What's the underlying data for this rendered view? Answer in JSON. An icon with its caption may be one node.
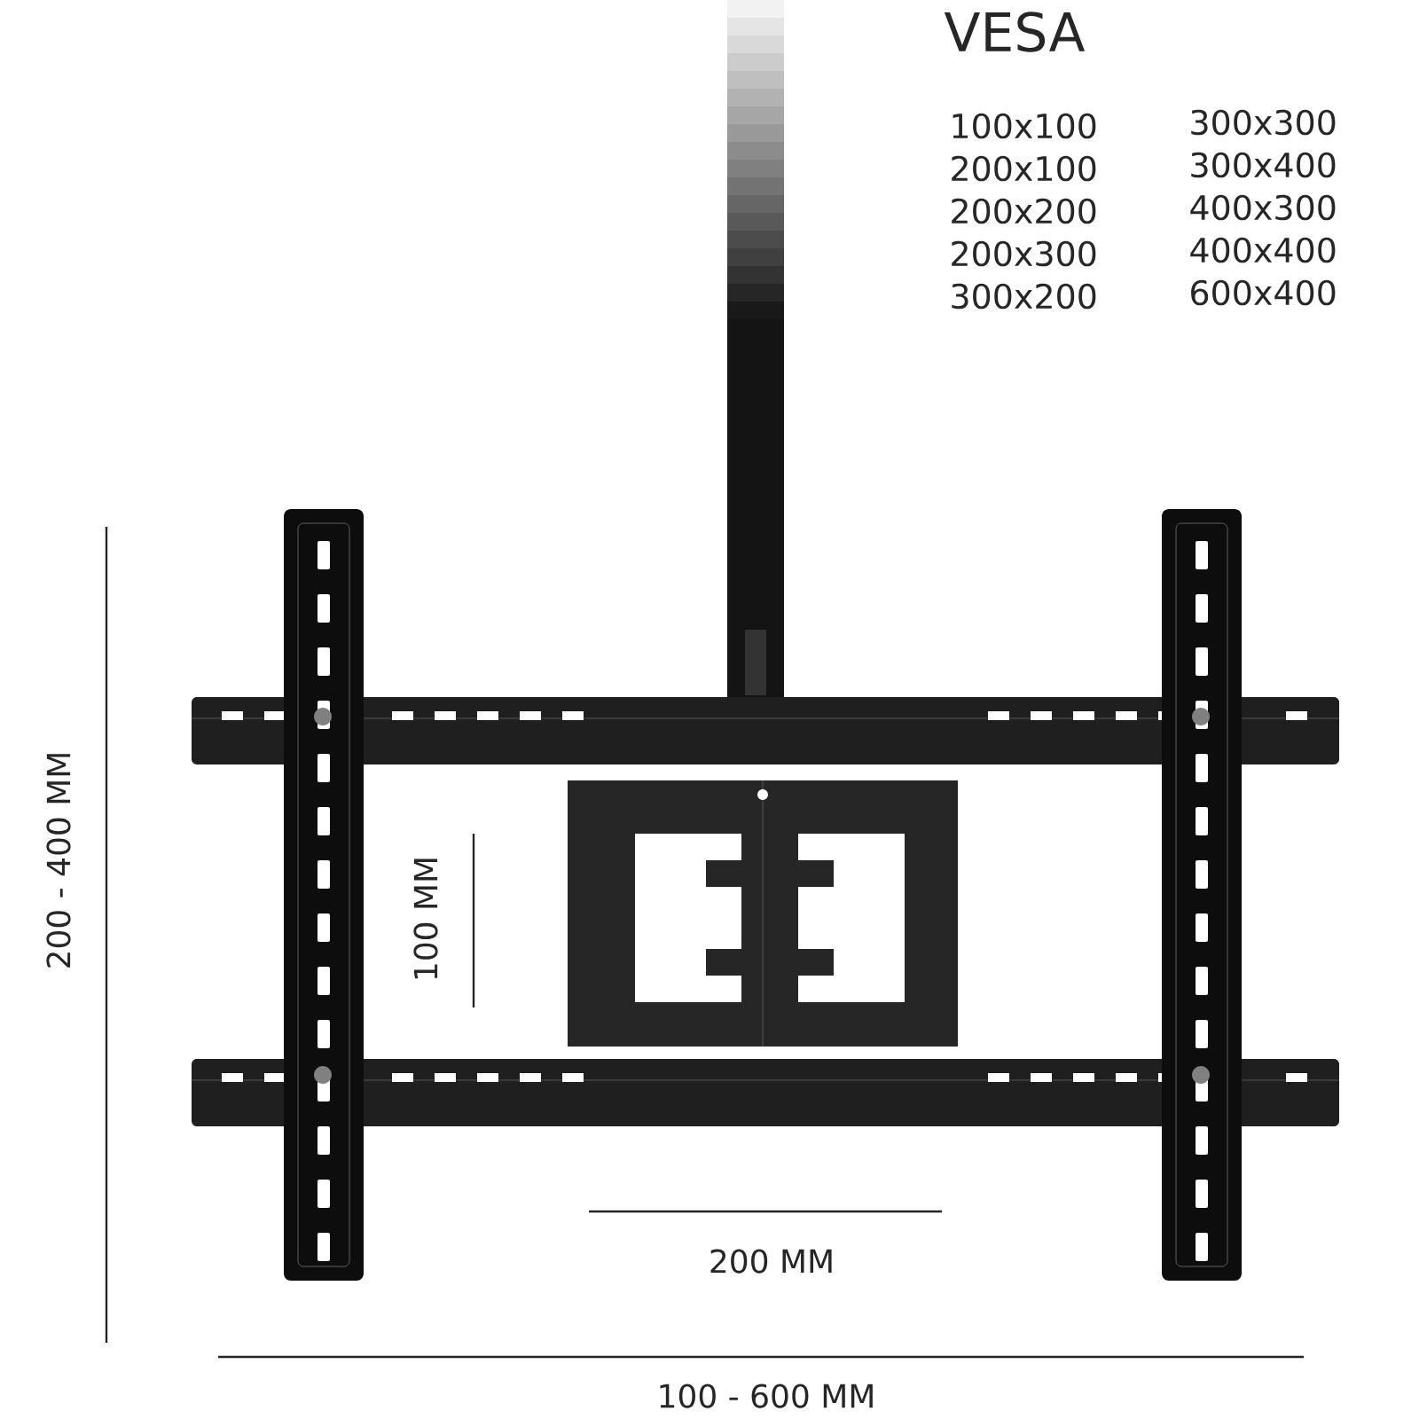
{
  "diagram": {
    "title": "VESA",
    "labels": [
      "100x100",
      "200x100",
      "200x200",
      "200x300",
      "300x200",
      "300x300",
      "300x400",
      "400x300",
      "400x400",
      "600x400",
      "200 - 400 MM",
      "100 MM",
      "200 MM",
      "100 - 600 MM"
    ]
  }
}
